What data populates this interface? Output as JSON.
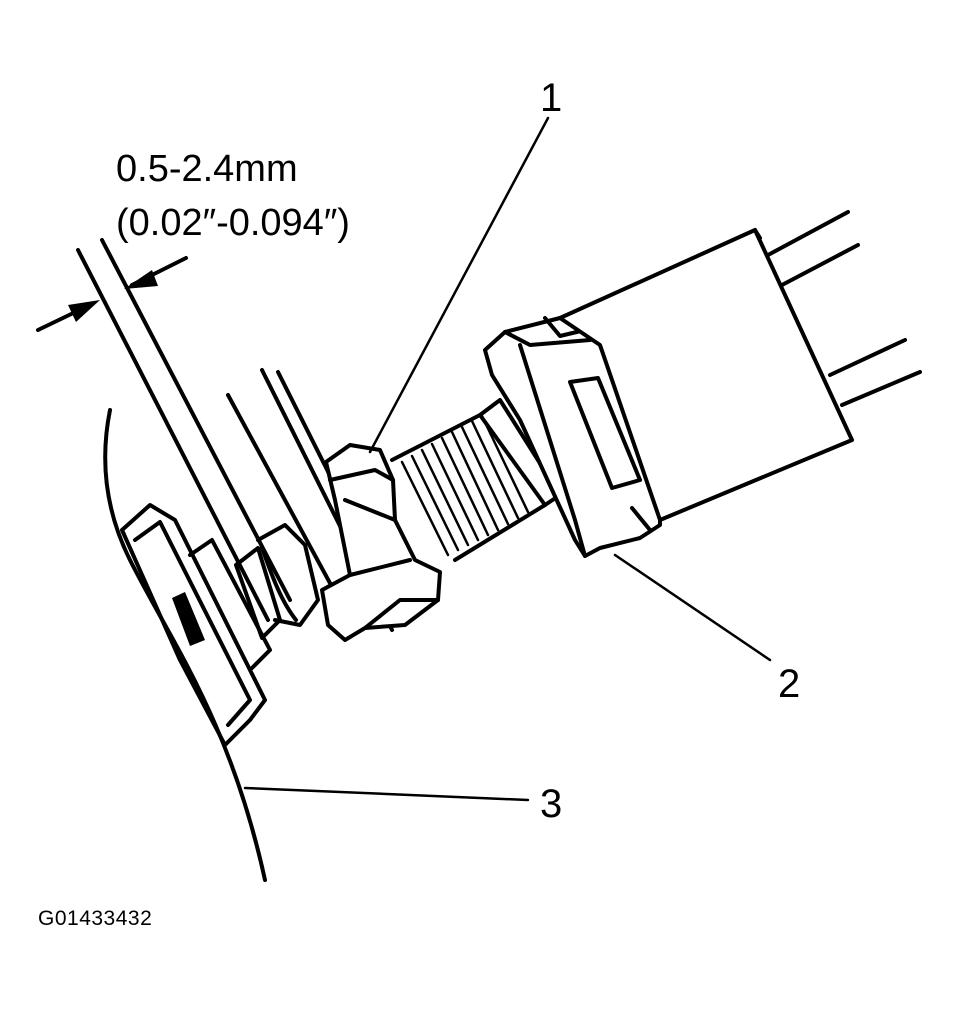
{
  "dimension": {
    "metric": "0.5-2.4mm",
    "imperial": "(0.02″-0.094″)"
  },
  "callouts": {
    "c1": "1",
    "c2": "2",
    "c3": "3"
  },
  "figure_code": "G01433432"
}
